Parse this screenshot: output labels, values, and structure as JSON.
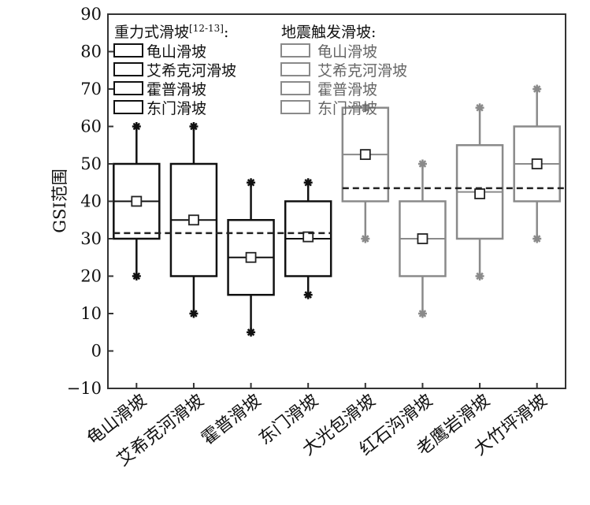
{
  "chart_data": {
    "type": "box",
    "title": "",
    "xlabel": "",
    "ylabel": "GSI范围",
    "ylim": [
      -10,
      90
    ],
    "yticks": [
      90,
      80,
      70,
      60,
      50,
      40,
      30,
      20,
      10,
      0,
      -10
    ],
    "ytick_labels": [
      "90",
      "80",
      "70",
      "60",
      "50",
      "40",
      "30",
      "20",
      "10",
      "0",
      "−10"
    ],
    "categories": [
      "龟山滑坡",
      "艾希克河滑坡",
      "霍普滑坡",
      "东门滑坡",
      "大光包滑坡",
      "红石沟滑坡",
      "老鹰岩滑坡",
      "大竹坪滑坡"
    ],
    "groups": [
      {
        "name": "重力式滑坡",
        "title": "重力式滑坡",
        "ref": "[12-13]",
        "suffix": ":",
        "color": "#111111",
        "mean_line": 31.5,
        "legend": [
          "龟山滑坡",
          "艾希克河滑坡",
          "霍普滑坡",
          "东门滑坡"
        ]
      },
      {
        "name": "地震触发滑坡",
        "title": "地震触发滑坡:",
        "color": "#8a8a8a",
        "mean_line": 43.5,
        "legend": [
          "龟山滑坡",
          "艾希克河滑坡",
          "霍普滑坡",
          "东门滑坡"
        ]
      }
    ],
    "boxes": [
      {
        "category": "龟山滑坡",
        "group": 0,
        "min": 20,
        "q1": 30,
        "median": 40,
        "q3": 50,
        "max": 60,
        "mean": 40
      },
      {
        "category": "艾希克河滑坡",
        "group": 0,
        "min": 10,
        "q1": 20,
        "median": 35,
        "q3": 50,
        "max": 60,
        "mean": 35
      },
      {
        "category": "霍普滑坡",
        "group": 0,
        "min": 5,
        "q1": 15,
        "median": 25,
        "q3": 35,
        "max": 45,
        "mean": 25
      },
      {
        "category": "东门滑坡",
        "group": 0,
        "min": 15,
        "q1": 20,
        "median": 30,
        "q3": 40,
        "max": 45,
        "mean": 30.5
      },
      {
        "category": "大光包滑坡",
        "group": 1,
        "min": 30,
        "q1": 40,
        "median": 52.5,
        "q3": 65,
        "max": 65,
        "mean": 52.5
      },
      {
        "category": "红石沟滑坡",
        "group": 1,
        "min": 10,
        "q1": 20,
        "median": 30,
        "q3": 40,
        "max": 50,
        "mean": 30
      },
      {
        "category": "老鹰岩滑坡",
        "group": 1,
        "min": 20,
        "q1": 30,
        "median": 42.5,
        "q3": 55,
        "max": 65,
        "mean": 42
      },
      {
        "category": "大竹坪滑坡",
        "group": 1,
        "min": 30,
        "q1": 40,
        "median": 50,
        "q3": 60,
        "max": 70,
        "mean": 50
      }
    ],
    "legend_position": "top-left",
    "grid": false
  }
}
